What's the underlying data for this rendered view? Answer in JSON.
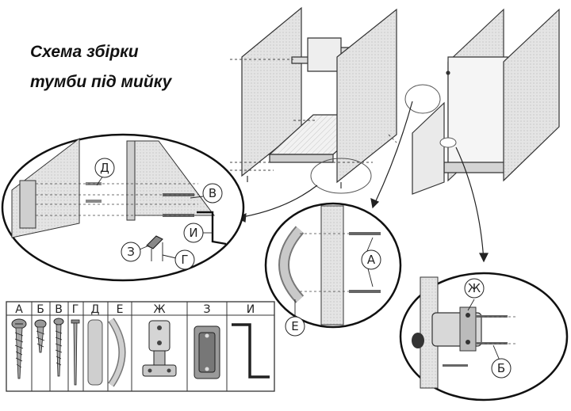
{
  "title": {
    "line1": "Схема збірки",
    "line2": "тумби під мийку"
  },
  "callouts": {
    "d": "Д",
    "v": "В",
    "i": "И",
    "z": "З",
    "g": "Г",
    "a": "А",
    "e": "Е",
    "zh": "Ж",
    "b": "Б"
  },
  "table": {
    "headers": [
      "А",
      "Б",
      "В",
      "Г",
      "Д",
      "Е",
      "Ж",
      "З",
      "И"
    ]
  }
}
